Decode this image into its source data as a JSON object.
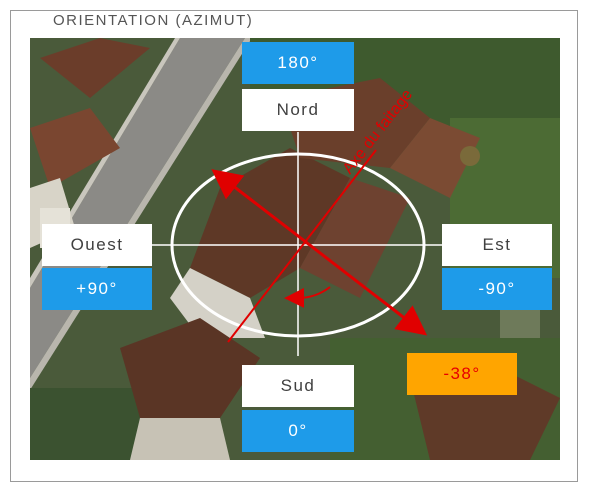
{
  "frame": {
    "title": "ORIENTATION (AZIMUT)"
  },
  "compass": {
    "north": {
      "label": "Nord",
      "value": "180°"
    },
    "south": {
      "label": "Sud",
      "value": "0°"
    },
    "west": {
      "label": "Ouest",
      "value": "+90°"
    },
    "east": {
      "label": "Est",
      "value": "-90°"
    },
    "azimuth_value": "-38°",
    "ridge_axis_label": "Axe du faitage"
  },
  "colors": {
    "blue_box": "#1e9be9",
    "orange_box": "#ffa500",
    "arrow_red": "#e00000",
    "frame_border": "#9a9a9a"
  }
}
